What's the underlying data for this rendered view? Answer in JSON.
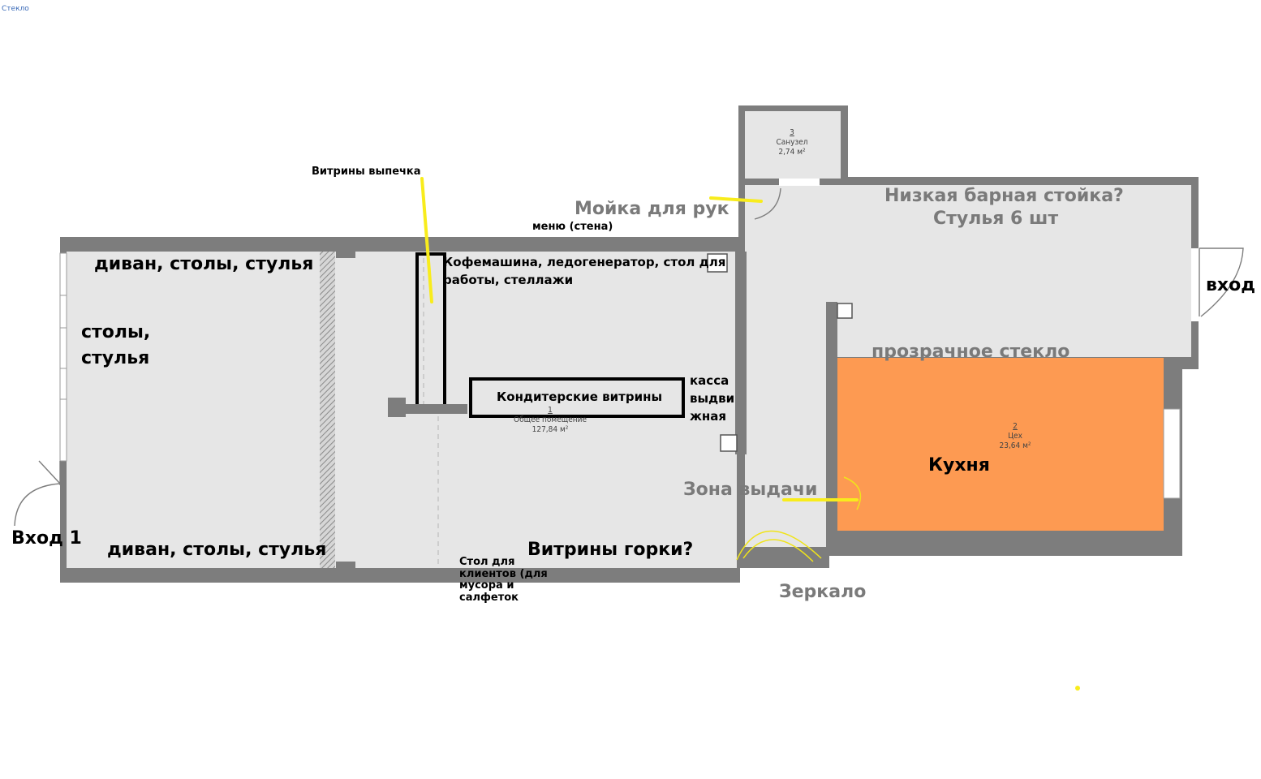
{
  "corner_label": "Стекло",
  "rooms": [
    {
      "number": "1",
      "name": "Общее помещение",
      "area": "127,84 м²"
    },
    {
      "number": "2",
      "name": "Цех",
      "area": "23,64 м²"
    },
    {
      "number": "3",
      "name": "Санузел",
      "area": "2,74 м²"
    }
  ],
  "labels": {
    "vitriny_vypechka": "Витрины выпечка",
    "moyka": "Мойка для рук",
    "menu_wall": "меню (стена)",
    "bar_line1": "Низкая барная стойка?",
    "bar_line2": "Стулья 6 шт",
    "vhod_right": "вход",
    "divan_top": "диван, столы, стулья",
    "coffee_line1": "Кофемашина, ледогенератор, стол для",
    "coffee_line2": "работы, стеллажи",
    "stoly_line1": "столы,",
    "stoly_line2": "стулья",
    "prozrachnoe": "прозрачное стекло",
    "konditer": "Кондитерские витрины",
    "kassa_line1": "касса",
    "kassa_line2": "выдви",
    "kassa_line3": "жная",
    "kuhnya": "Кухня",
    "zona_vydachi": "Зона выдачи",
    "vhod1": "Вход 1",
    "divan_bottom": "диван, столы, стулья",
    "vitriny_gorki": "Витрины горки?",
    "stol_line1": "Стол для",
    "stol_line2": "клиентов (для",
    "stol_line3": "мусора и",
    "stol_line4": "салфеток",
    "zerkalo": "Зеркало"
  },
  "colors": {
    "floor": "#e6e6e6",
    "wall": "#7d7d7d",
    "kitchen": "#fd9a52",
    "highlight": "#f8ec1c"
  }
}
